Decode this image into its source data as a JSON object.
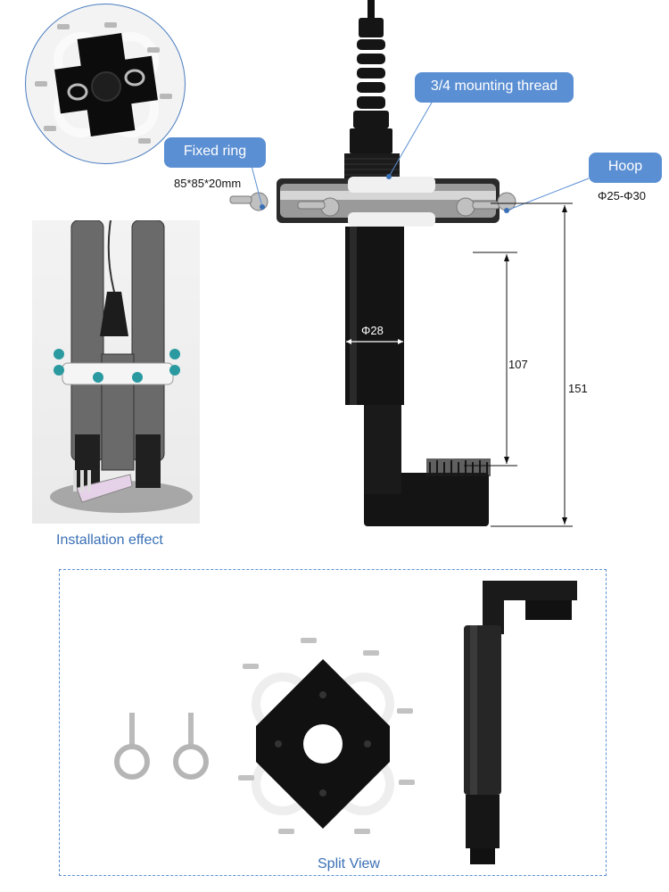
{
  "callouts": {
    "fixed_ring": {
      "label": "Fixed ring",
      "spec": "85*85*20mm"
    },
    "mounting_thread": {
      "label": "3/4 mounting thread"
    },
    "hoop": {
      "label": "Hoop",
      "spec": "Φ25-Φ30"
    }
  },
  "dimensions": {
    "diameter": "Φ28",
    "body_length": "107",
    "total_length": "151"
  },
  "captions": {
    "installation": "Installation effect",
    "split_view": "Split View"
  },
  "colors": {
    "callout_bg": "#5b8fd3",
    "caption_text": "#3a70b6",
    "frame_border": "#5b8fd3"
  }
}
